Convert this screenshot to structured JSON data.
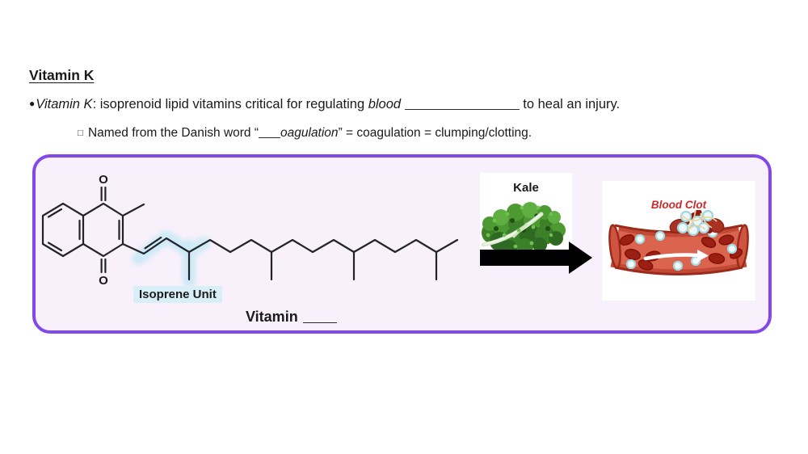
{
  "page_title": "Vitamin K",
  "bullets": {
    "main": {
      "marker": "●",
      "term": "Vitamin K",
      "after_term": ": isoprenoid lipid vitamins critical for regulating ",
      "emphasis": "blood",
      "tail": " to heal an injury."
    },
    "sub": {
      "marker": "□",
      "lead": "Named from the Danish word “",
      "emphasis": "oagulation",
      "tail": "” = coagulation = clumping/clotting."
    }
  },
  "figure": {
    "molecule": {
      "atom_top": "O",
      "atom_bottom": "O",
      "isoprene_label": "Isoprene Unit",
      "caption": "Vitamin"
    },
    "kale_label": "Kale",
    "blood_clot_label": "Blood Clot",
    "colors": {
      "panel_border": "#8348ea",
      "panel_bg": "#f8f0fa",
      "isoprene_highlight": "#cdeaf6",
      "arrow_black": "#000000",
      "blood_clot_text": "#cc2a2a",
      "vessel_wall": "#c24936",
      "vessel_lumen": "#da644e",
      "red_blood_cell": "#9c1f14",
      "platelet_ring": "#a5dbe4",
      "kale_green": "#3c8029"
    }
  }
}
